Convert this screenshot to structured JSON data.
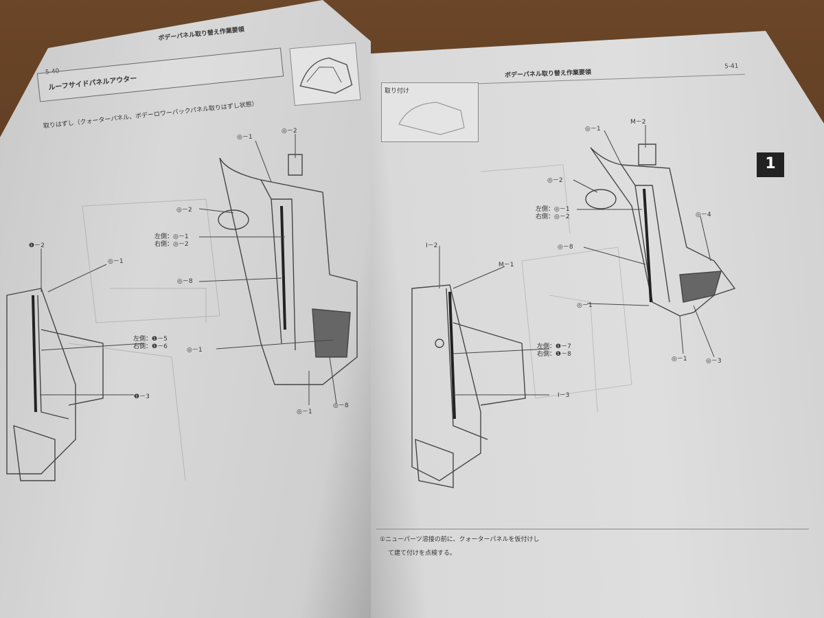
{
  "left_page": {
    "header_title": "ボデーパネル取り替え作業要領",
    "page_number": "5-40",
    "section_title": "ルーフサイドパネルアウター",
    "subtitle": "取りはずし（クォーターパネル、ボデーロワーバックパネル取りはずし状態）",
    "callouts": [
      "◎－1",
      "◎－2",
      "◎－2",
      "左側：◎－1",
      "右側：◎－2",
      "❶－2",
      "◎－1",
      "◎－8",
      "左側：❶－5",
      "右側：❶－6",
      "◎－1",
      "❶－3",
      "◎－1",
      "◎－8"
    ]
  },
  "right_page": {
    "header_title": "ボデーパネル取り替え作業要領",
    "page_number": "5-41",
    "section_label": "取り付け",
    "tab_number": "1",
    "callouts": [
      "◎－1",
      "M－2",
      "◎－2",
      "左側：◎－1",
      "右側：◎－2",
      "◎－4",
      "I－2",
      "M－1",
      "◎－8",
      "◎－1",
      "左側：❶－7",
      "右側：❶－8",
      "◎－1",
      "◎－3",
      "I－3"
    ],
    "note_line1": "①ニューパーツ溶接の前に、クォーターパネルを仮付けし",
    "note_line2": "て建て付けを点検する。"
  },
  "colors": {
    "table": "#5a3b22",
    "paper": "#dcdcdc",
    "ink": "#333333",
    "tab": "#222222"
  }
}
